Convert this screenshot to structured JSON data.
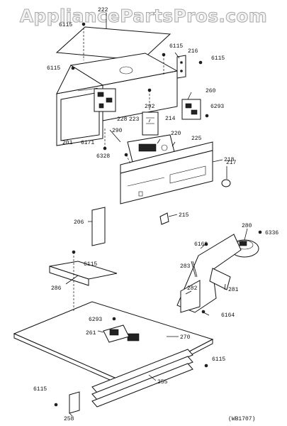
{
  "watermark": "AppliancePartsPros.com",
  "reference_code": "(WB1707)",
  "labels": {
    "p222": "222",
    "p6115a": "6115",
    "p6115b": "6115",
    "p216": "216",
    "p6115c": "6115",
    "p6115d": "6115",
    "p260": "260",
    "p292": "292",
    "p6293a": "6293",
    "p214": "214",
    "p228": "228",
    "p223": "223",
    "p290": "290",
    "p220": "220",
    "p201": "201",
    "p6171": "6171",
    "p225": "225",
    "p218": "218",
    "p6328": "6328",
    "p217": "217",
    "p215": "215",
    "p206": "206",
    "p280": "280",
    "p6336": "6336",
    "p6169": "6169",
    "p6115e": "6115",
    "p283": "283",
    "p286": "286",
    "p281": "281",
    "p282": "282",
    "p6293b": "6293",
    "p6164": "6164",
    "p261": "261",
    "p270": "270",
    "p6115f": "6115",
    "p6115g": "6115",
    "p255": "255",
    "p258": "258"
  }
}
